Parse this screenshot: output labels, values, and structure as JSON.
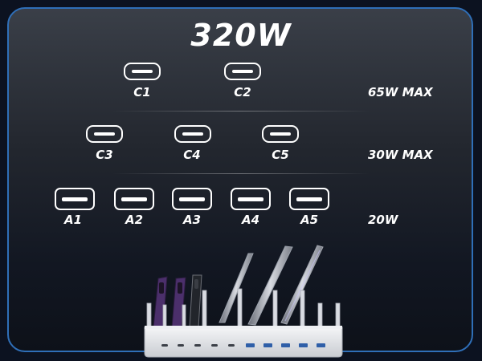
{
  "title": "320W",
  "rows": [
    {
      "rating": "65W MAX",
      "ports": [
        "C1",
        "C2"
      ]
    },
    {
      "rating": "30W MAX",
      "ports": [
        "C3",
        "C4",
        "C5"
      ]
    },
    {
      "rating": "20W",
      "ports": [
        "A1",
        "A2",
        "A3",
        "A4",
        "A5"
      ]
    }
  ],
  "colors": {
    "border": "#2f6fb8",
    "text": "#ffffff",
    "background": "#0c1220"
  },
  "icons": {
    "port_c": "usb-c-port-icon",
    "port_a": "usb-a-port-icon",
    "product": "charging-station-illustration"
  }
}
